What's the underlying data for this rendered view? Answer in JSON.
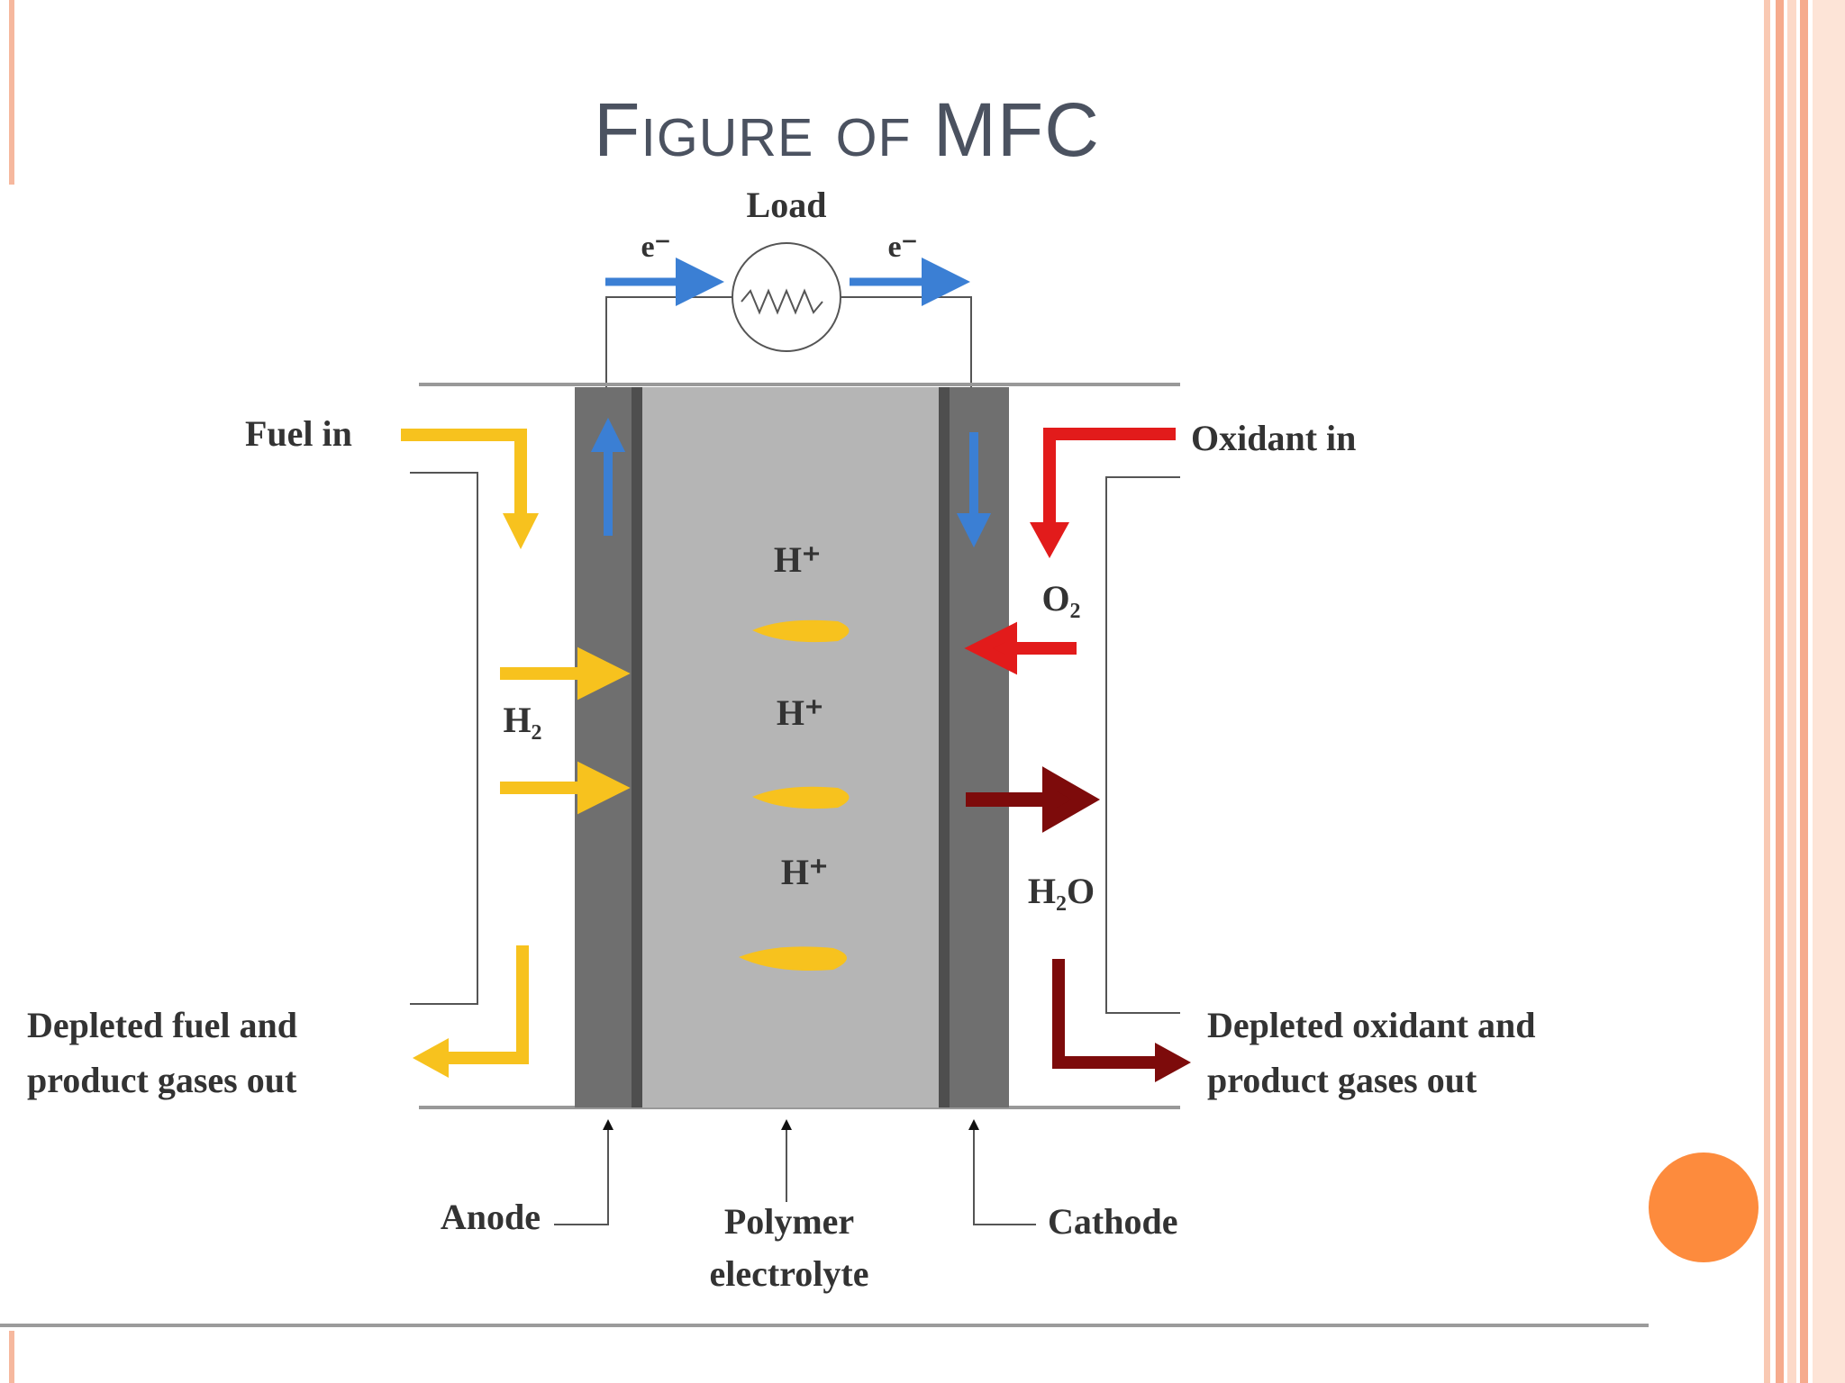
{
  "slide": {
    "title": "Figure of MFC"
  },
  "diagram": {
    "load": "Load",
    "electron_left": "e⁻",
    "electron_right": "e⁻",
    "fuel_in": "Fuel  in",
    "oxidant_in": "Oxidant in",
    "h_plus_1": "H⁺",
    "h_plus_2": "H⁺",
    "h_plus_3": "H⁺",
    "o2": "O₂",
    "h2": "H₂",
    "h2o": "H₂O",
    "depleted_fuel_line1": "Depleted fuel and",
    "depleted_fuel_line2": "product gases out",
    "depleted_oxidant_line1": "Depleted oxidant and",
    "depleted_oxidant_line2": "product gases out",
    "anode": "Anode",
    "polymer_line1": "Polymer",
    "polymer_line2": "electrolyte",
    "cathode": "Cathode"
  },
  "colors": {
    "accent_orange": "#fd8b3d",
    "border_peach": "#f6b89e",
    "fuel_yellow": "#f7c21e",
    "oxidant_red": "#e21b1b",
    "water_darkred": "#7d0b0b",
    "electron_blue": "#3b7fd4",
    "electrode_gray": "#6f6f6f",
    "electrolyte_gray": "#b5b5b5"
  }
}
